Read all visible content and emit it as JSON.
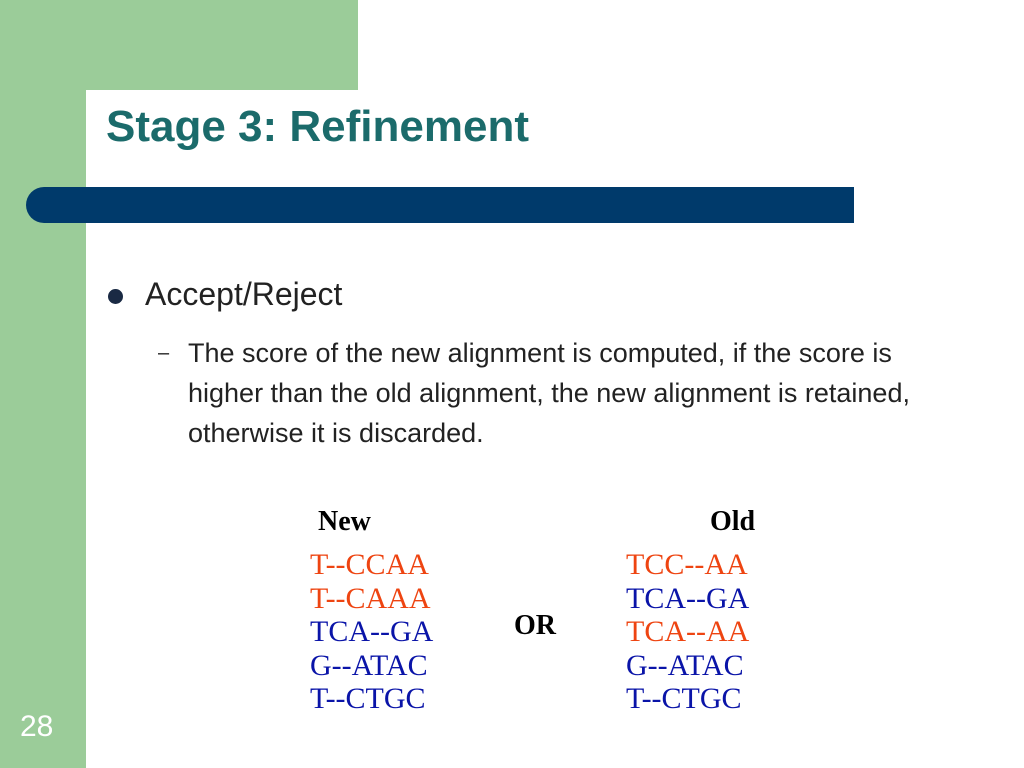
{
  "slide": {
    "title": "Stage 3: Refinement",
    "bullet": "Accept/Reject",
    "sub_bullet": "The score of the new alignment is computed, if the score is higher than the old alignment, the new alignment is retained, otherwise it is discarded.",
    "page_number": "28"
  },
  "alignment": {
    "new_label": "New",
    "old_label": "Old",
    "or_label": "OR",
    "new_lines": [
      {
        "text": "T--CCAA",
        "color": "red"
      },
      {
        "text": "T--CAAA",
        "color": "red"
      },
      {
        "text": "TCA--GA",
        "color": "blue"
      },
      {
        "text": "G--ATAC",
        "color": "blue"
      },
      {
        "text": "T--CTGC",
        "color": "blue"
      }
    ],
    "old_lines": [
      {
        "text": "TCC--AA",
        "color": "red"
      },
      {
        "text": "TCA--GA",
        "color": "blue"
      },
      {
        "text": "TCA--AA",
        "color": "red"
      },
      {
        "text": "G--ATAC",
        "color": "blue"
      },
      {
        "text": "T--CTGC",
        "color": "blue"
      }
    ]
  },
  "colors": {
    "frame_green": "#9bcc99",
    "title_teal": "#1b6b6b",
    "bar_navy": "#003a6b",
    "highlight_red": "#ee4411",
    "sequence_blue": "#0a14a8"
  }
}
